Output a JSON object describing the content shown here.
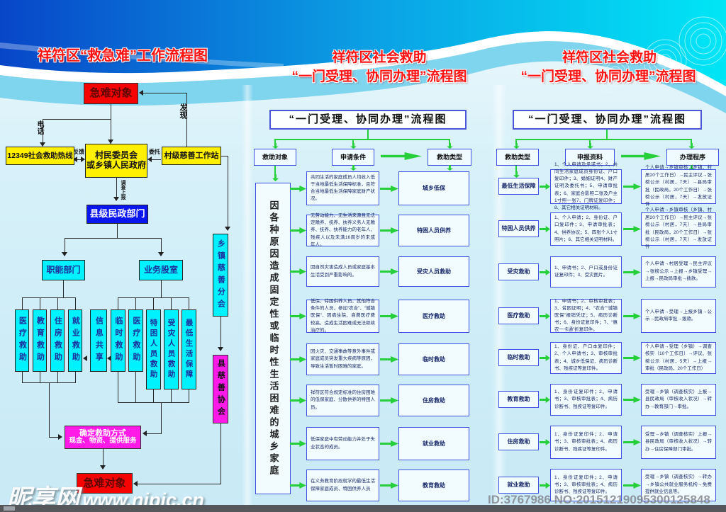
{
  "left": {
    "title": "祥符区“救急难”工作流程图",
    "top_box": "急难对象",
    "labels": {
      "phone": "电话",
      "discover": "发现",
      "feedback": "反馈",
      "entrust": "委托",
      "report": "调查上报"
    },
    "hotline": "12349社会救助热线",
    "village": "村民委员会\n或乡镇人民政府",
    "station": "村级慈善工作站",
    "civil_dept": "县级民政部门",
    "func_dept": "职能部门",
    "biz_office": "业务股室",
    "func_items": [
      "医疗救助",
      "教育救助",
      "住房救助",
      "就业救助"
    ],
    "share": "信息共享",
    "biz_items": [
      "临时救助",
      "医疗救助",
      "特困人员救助",
      "受灾人员救助",
      "最低生活保障"
    ],
    "town_branch": "乡镇慈善分会",
    "county_charity": "县慈善协会",
    "decide_l1": "确定救助方式",
    "decide_l2": "现金、物资、提供服务",
    "bottom_box": "急难对象"
  },
  "mid": {
    "title1": "祥符区社会救助",
    "title2": "“一门受理、协同办理”流程图",
    "header": "“一门受理、协同办理”流程图",
    "col1": "救助对象",
    "col2": "申请条件",
    "col3": "救助类型",
    "subject": "因各种原因造成固定性或临时性生活困难的城乡家庭",
    "rows": [
      {
        "cond": "共同生活的家庭成员人均收入低于当地最低生活保障标准，且符合当地最低生活保障家庭财产状况。",
        "type": "城乡低保"
      },
      {
        "cond": "无劳动能力、无生活来源且无法定赡养、抚养、扶养义务人无赡养、抚养、扶养能力的老年人、残疾人以及未满16周岁的未成年人。",
        "type": "特困人员供养"
      },
      {
        "cond": "因自然灾害造成人员或家庭基本生活受到严重影响的。",
        "type": "受灾人员救助"
      },
      {
        "cond": "低保、特困供养人员、其他符合条件的人员，参加“农合”、“城镇医保”、因病住院、自费医疗费较高，造成生活困难或无法继续治疗的。",
        "type": "医疗救助"
      },
      {
        "cond": "因火灾、交通事故等意外事件或家庭成员突发重大疾病等原因，导致生活暂时困难的家庭。",
        "type": "临时救助"
      },
      {
        "cond": "祥符区符合规定标准的住房困难的低保家庭、分散供养的特困人员。",
        "type": "住房救助"
      },
      {
        "cond": "低保家庭中有劳动能力并处于失业状态的成员。",
        "type": "就业救助"
      },
      {
        "cond": "在义务教育阶段就学的最低生活保障家庭成员、特困供养人员",
        "type": "教育救助"
      }
    ]
  },
  "right": {
    "title1": "祥符区社会救助",
    "title2": "“一门受理、协同办理”流程图",
    "header": "“一门受理、协同办理”流程图",
    "col1": "救助类型",
    "col2": "申报资料",
    "col3": "办理程序",
    "rows": [
      {
        "cat": "最低生活保障",
        "mat": "1、个人申请及承诺书；2、共同生活家庭成员身份证、户口复印件；3、婚姻证明4、财产证明及委托书；5、申请审批表；6、家庭合影照二张及户主1寸照一张7、门牌证复印件；8、其它相关证明材料。",
        "proc": "个人申请→乡镇审核（乡镇、村居20个工作日）→民主评议→张榜公示（村居，7天）→县局审批（民政局，20个工作日）→张榜公示（村居，7天）→发放证件"
      },
      {
        "cat": "特困人员供养",
        "mat": "1、个人申请；2、身份证、户口复印件；3、申请审批表；4、供养协议；5、四张个人1寸照片；6、其它相关证明材料。",
        "proc": "个人申请→乡镇审核（乡镇、村居20个工作日）→民主评议→张榜公示（村居，7天）→县局审批（民政局，20个工作日）→张榜公示（村居，7天）→发放证件"
      },
      {
        "cat": "受灾救助",
        "mat": "1、申请书；2、户口或身份证证复印件；3、受灾图片。",
        "proc": "个人申请→村居受理→民主评议→张榜公示→上报→乡镇受理→上报→民政局审批→拨款。"
      },
      {
        "cat": "医疗救助",
        "mat": "1、申请书；2、审核审批表；3、贫困证明；4、“农合”“城镇医保”报销凭证；5、病历诊断书；6、身份证复印件；7、“惠农一卡通”折复印件。",
        "proc": "个人申请→受理→上报乡镇→公示→民政局审批→拨款。"
      },
      {
        "cat": "临时救助",
        "mat": "1、身份证、户口本复印件；2、个人申请书；3、审核审批表；4、城乡低保证、病历诊断书、残疾证等复印件。",
        "proc": "个人申请→受理（乡镇）→调查核实（10个工作日）→评议、张榜公示（村居，5天）→上报→审批（民政局，20个工作日）"
      },
      {
        "cat": "教育救助",
        "mat": "1、身份证复印件；2、申请书；3、审核审批表；4、病历诊断书、残疾证等复印件。",
        "proc": "受理→乡镇（调查核实）上报→县民政局（审核收入状况）→转办→教育部门→审批。"
      },
      {
        "cat": "住房救助",
        "mat": "1、身份证复印件；2、申请书；3、审核审批表；4、病历诊断书、残疾证等复印件。",
        "proc": "受理→乡镇（调查核实）上报→县民政局（审核收入状况）→转办→住房保障部门审批。"
      },
      {
        "cat": "就业救助",
        "mat": "1、身份证复印件；2、申请书；3、审核审批表；4、病历诊断书、残疾证等复印件。",
        "proc": "受理→乡镇（调查核实）→转办→乡镇公共就业服务机构→免费提供就业信息等。"
      }
    ]
  },
  "watermark": {
    "site": "昵享网",
    "url": "www.nipic.cn",
    "id_text": "ID:3767986 NO:20151219095300125848"
  }
}
